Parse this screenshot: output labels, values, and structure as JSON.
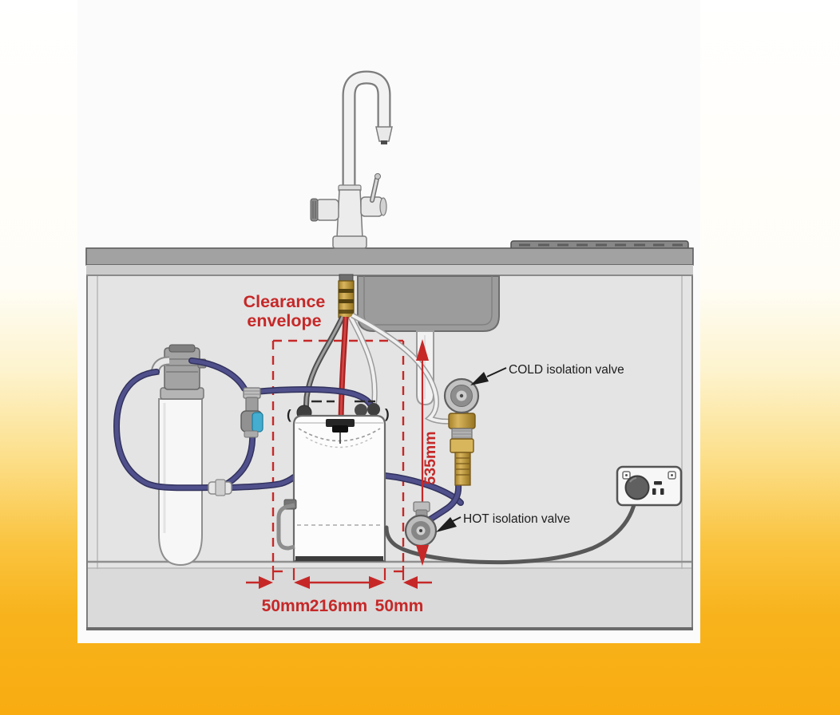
{
  "annotations": {
    "clearance": {
      "line1": "Clearance",
      "line2": "envelope"
    },
    "cold_valve": "COLD isolation valve",
    "hot_valve": "HOT isolation valve",
    "dims": {
      "height": "535mm",
      "left": "50mm",
      "width": "216mm",
      "right": "50mm"
    }
  },
  "decorations": {
    "paren_left": "(",
    "paren_right": ")"
  },
  "colors": {
    "annotation_red": "#c62828",
    "ink": "#1d1d1d",
    "tube_navy": "#50508c",
    "tube_navy_dark": "#32325e",
    "brass_gold": "#c9a148",
    "valve_handle_blue": "#45aed0",
    "background_orange": "#f8ac10"
  }
}
